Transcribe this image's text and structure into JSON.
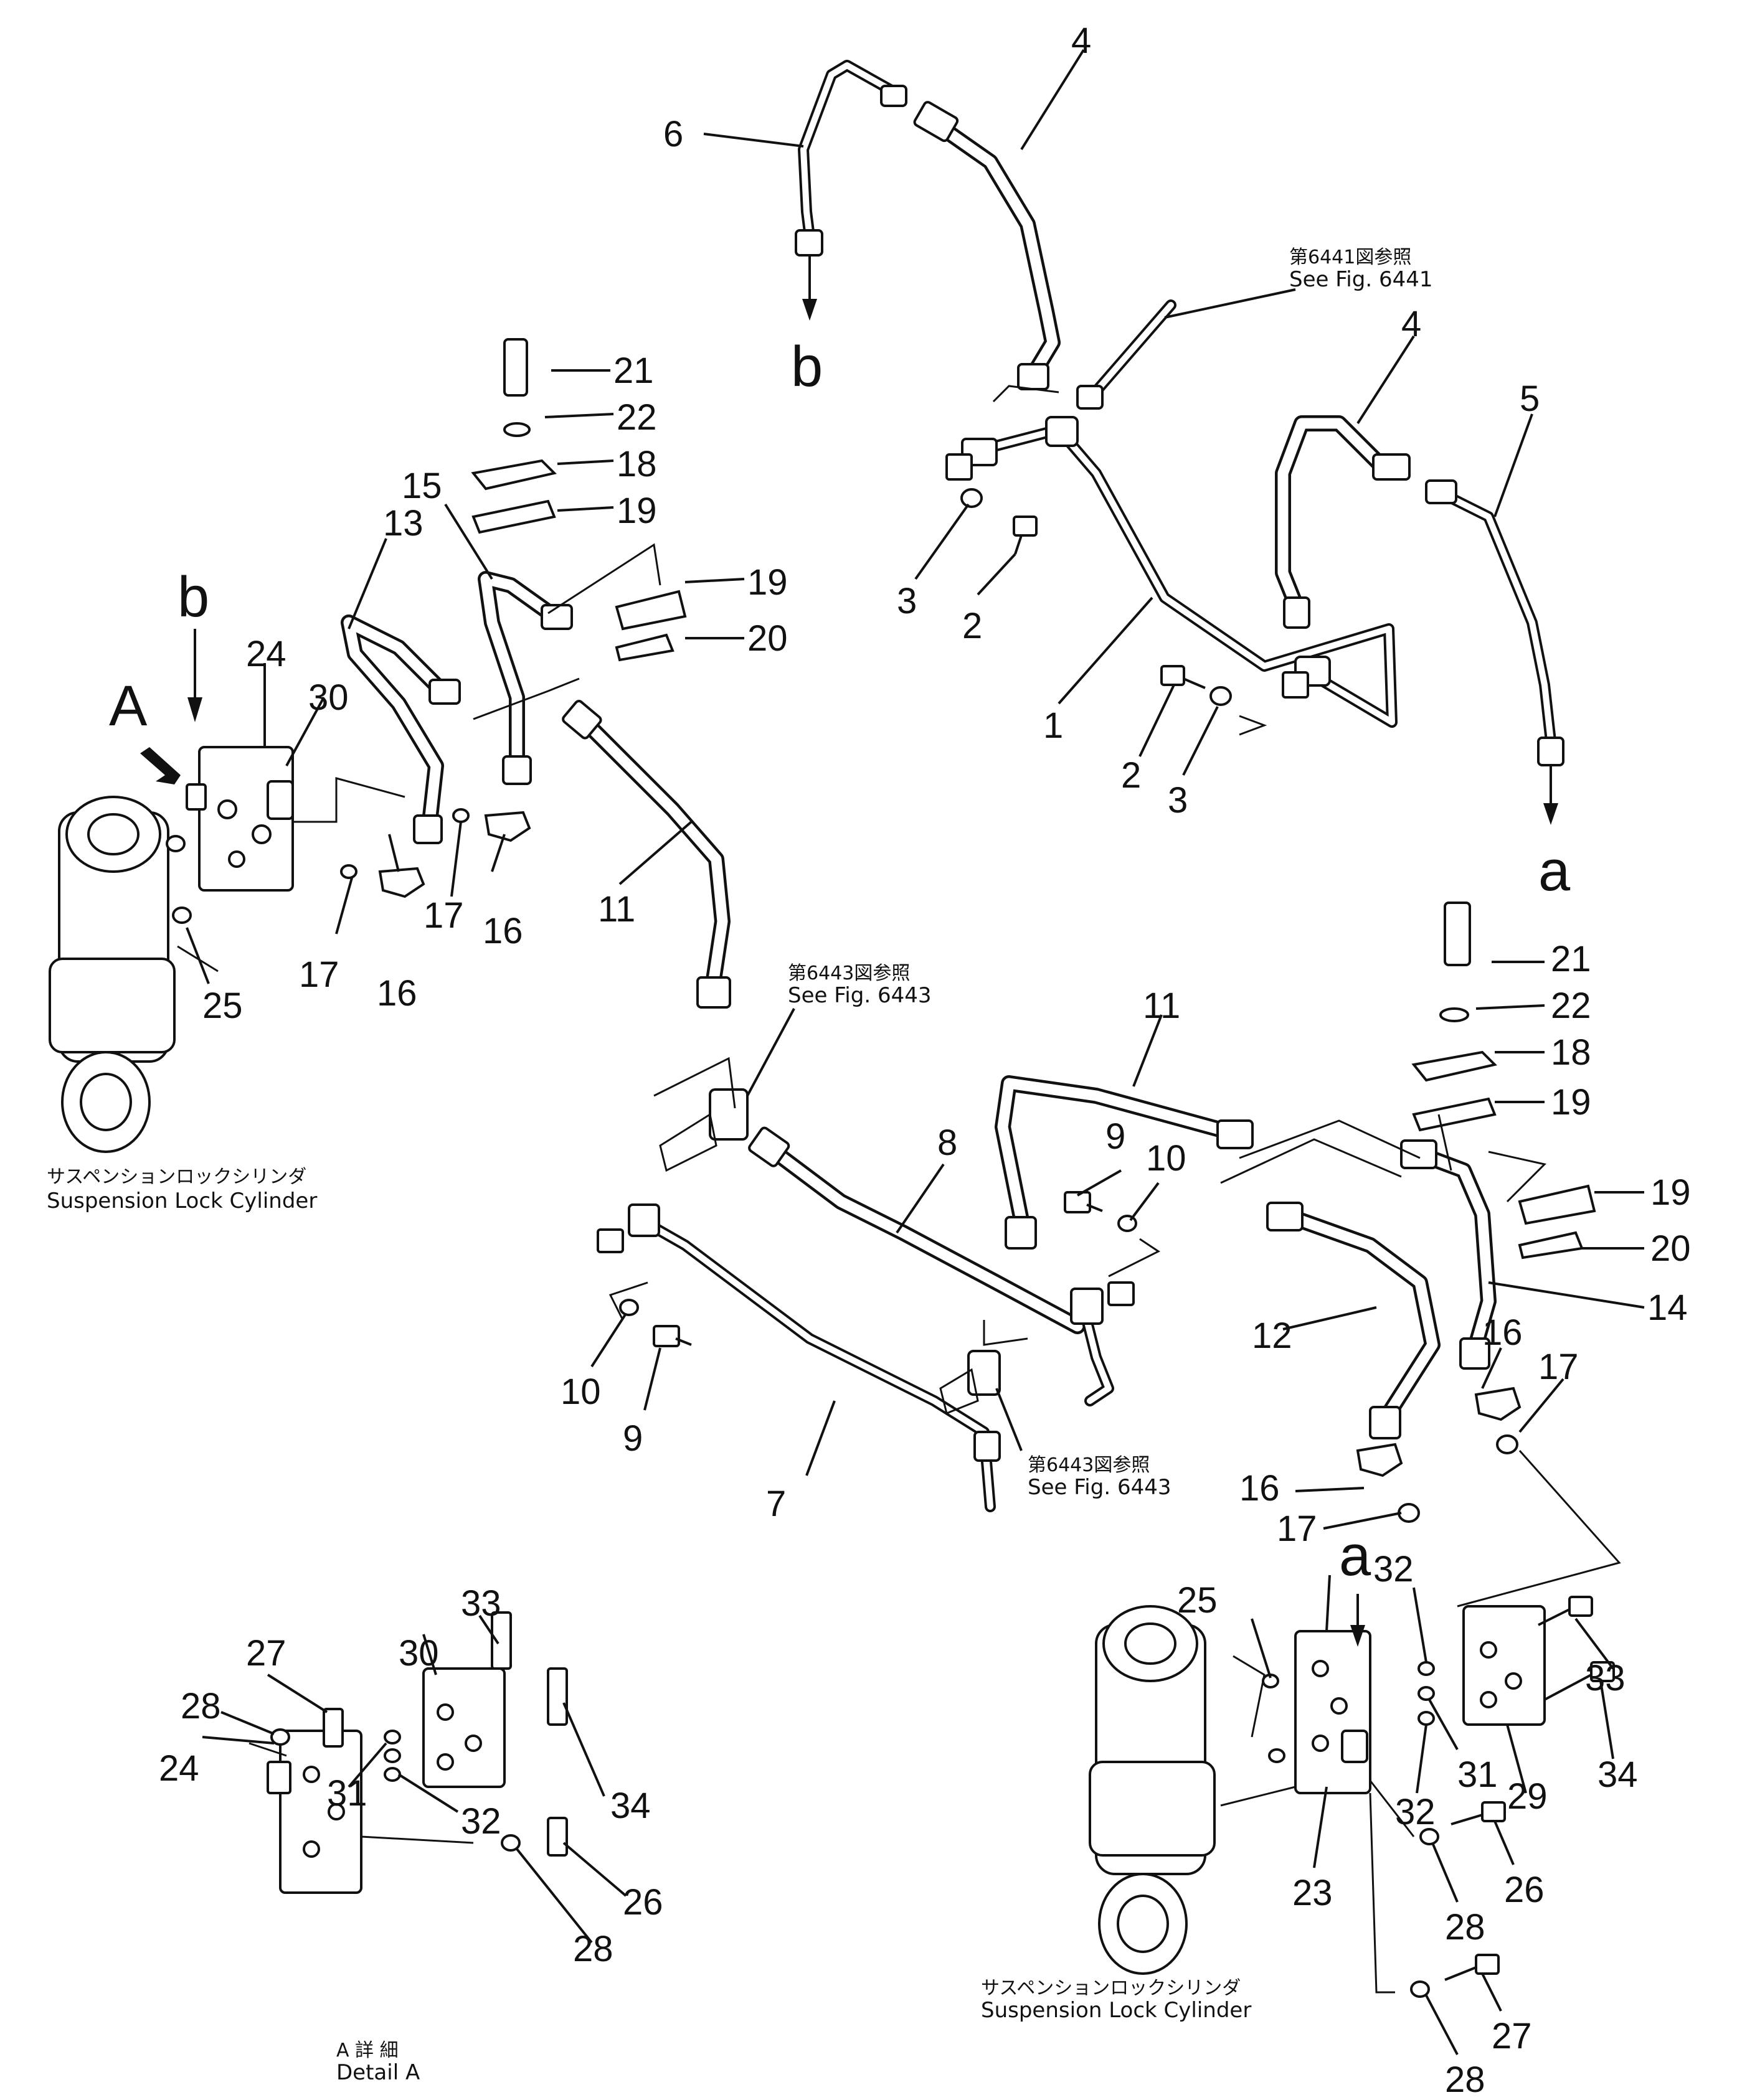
{
  "references": {
    "fig6441_jp": "第6441図参照",
    "fig6441_en": "See Fig. 6441",
    "fig6443_jp": "第6443図参照",
    "fig6443_en": "See Fig. 6443"
  },
  "captions": {
    "cylinder_jp": "サスペンションロックシリンダ",
    "cylinder_en": "Suspension Lock Cylinder",
    "detail_jp": "A 詳 細",
    "detail_en": "Detail A"
  },
  "letters": {
    "a": "a",
    "b": "b",
    "A": "A"
  },
  "part_numbers": [
    "1",
    "2",
    "3",
    "4",
    "5",
    "6",
    "7",
    "8",
    "9",
    "10",
    "11",
    "12",
    "13",
    "14",
    "15",
    "16",
    "17",
    "18",
    "19",
    "20",
    "21",
    "22",
    "23",
    "24",
    "25",
    "26",
    "27",
    "28",
    "29",
    "30",
    "31",
    "32",
    "33",
    "34"
  ]
}
